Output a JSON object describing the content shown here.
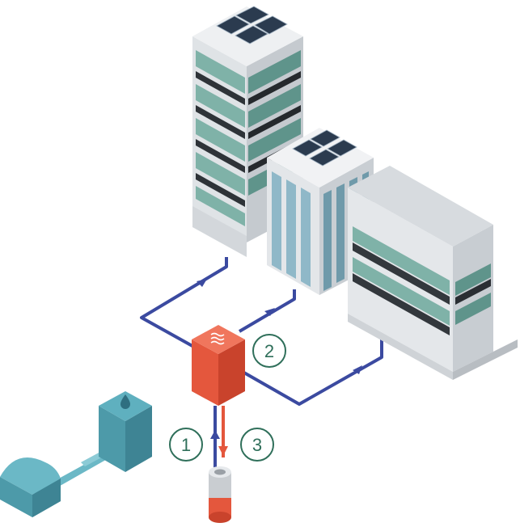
{
  "steps": [
    {
      "id": "1",
      "label": "1"
    },
    {
      "id": "2",
      "label": "2"
    },
    {
      "id": "3",
      "label": "3"
    }
  ],
  "colors": {
    "pipe_cold": "#3b4aa0",
    "pipe_hot": "#e4573d",
    "heat_pump": "#e4573d",
    "tower_glass": "#6fa19a",
    "mid_glass": "#8fb8c8",
    "low_bands": "#4b4f55",
    "water_body": "#4d9aa9",
    "label_ring": "#2f6f5a"
  },
  "icons": [
    "heat-wave-icon",
    "water-drop-icon"
  ]
}
